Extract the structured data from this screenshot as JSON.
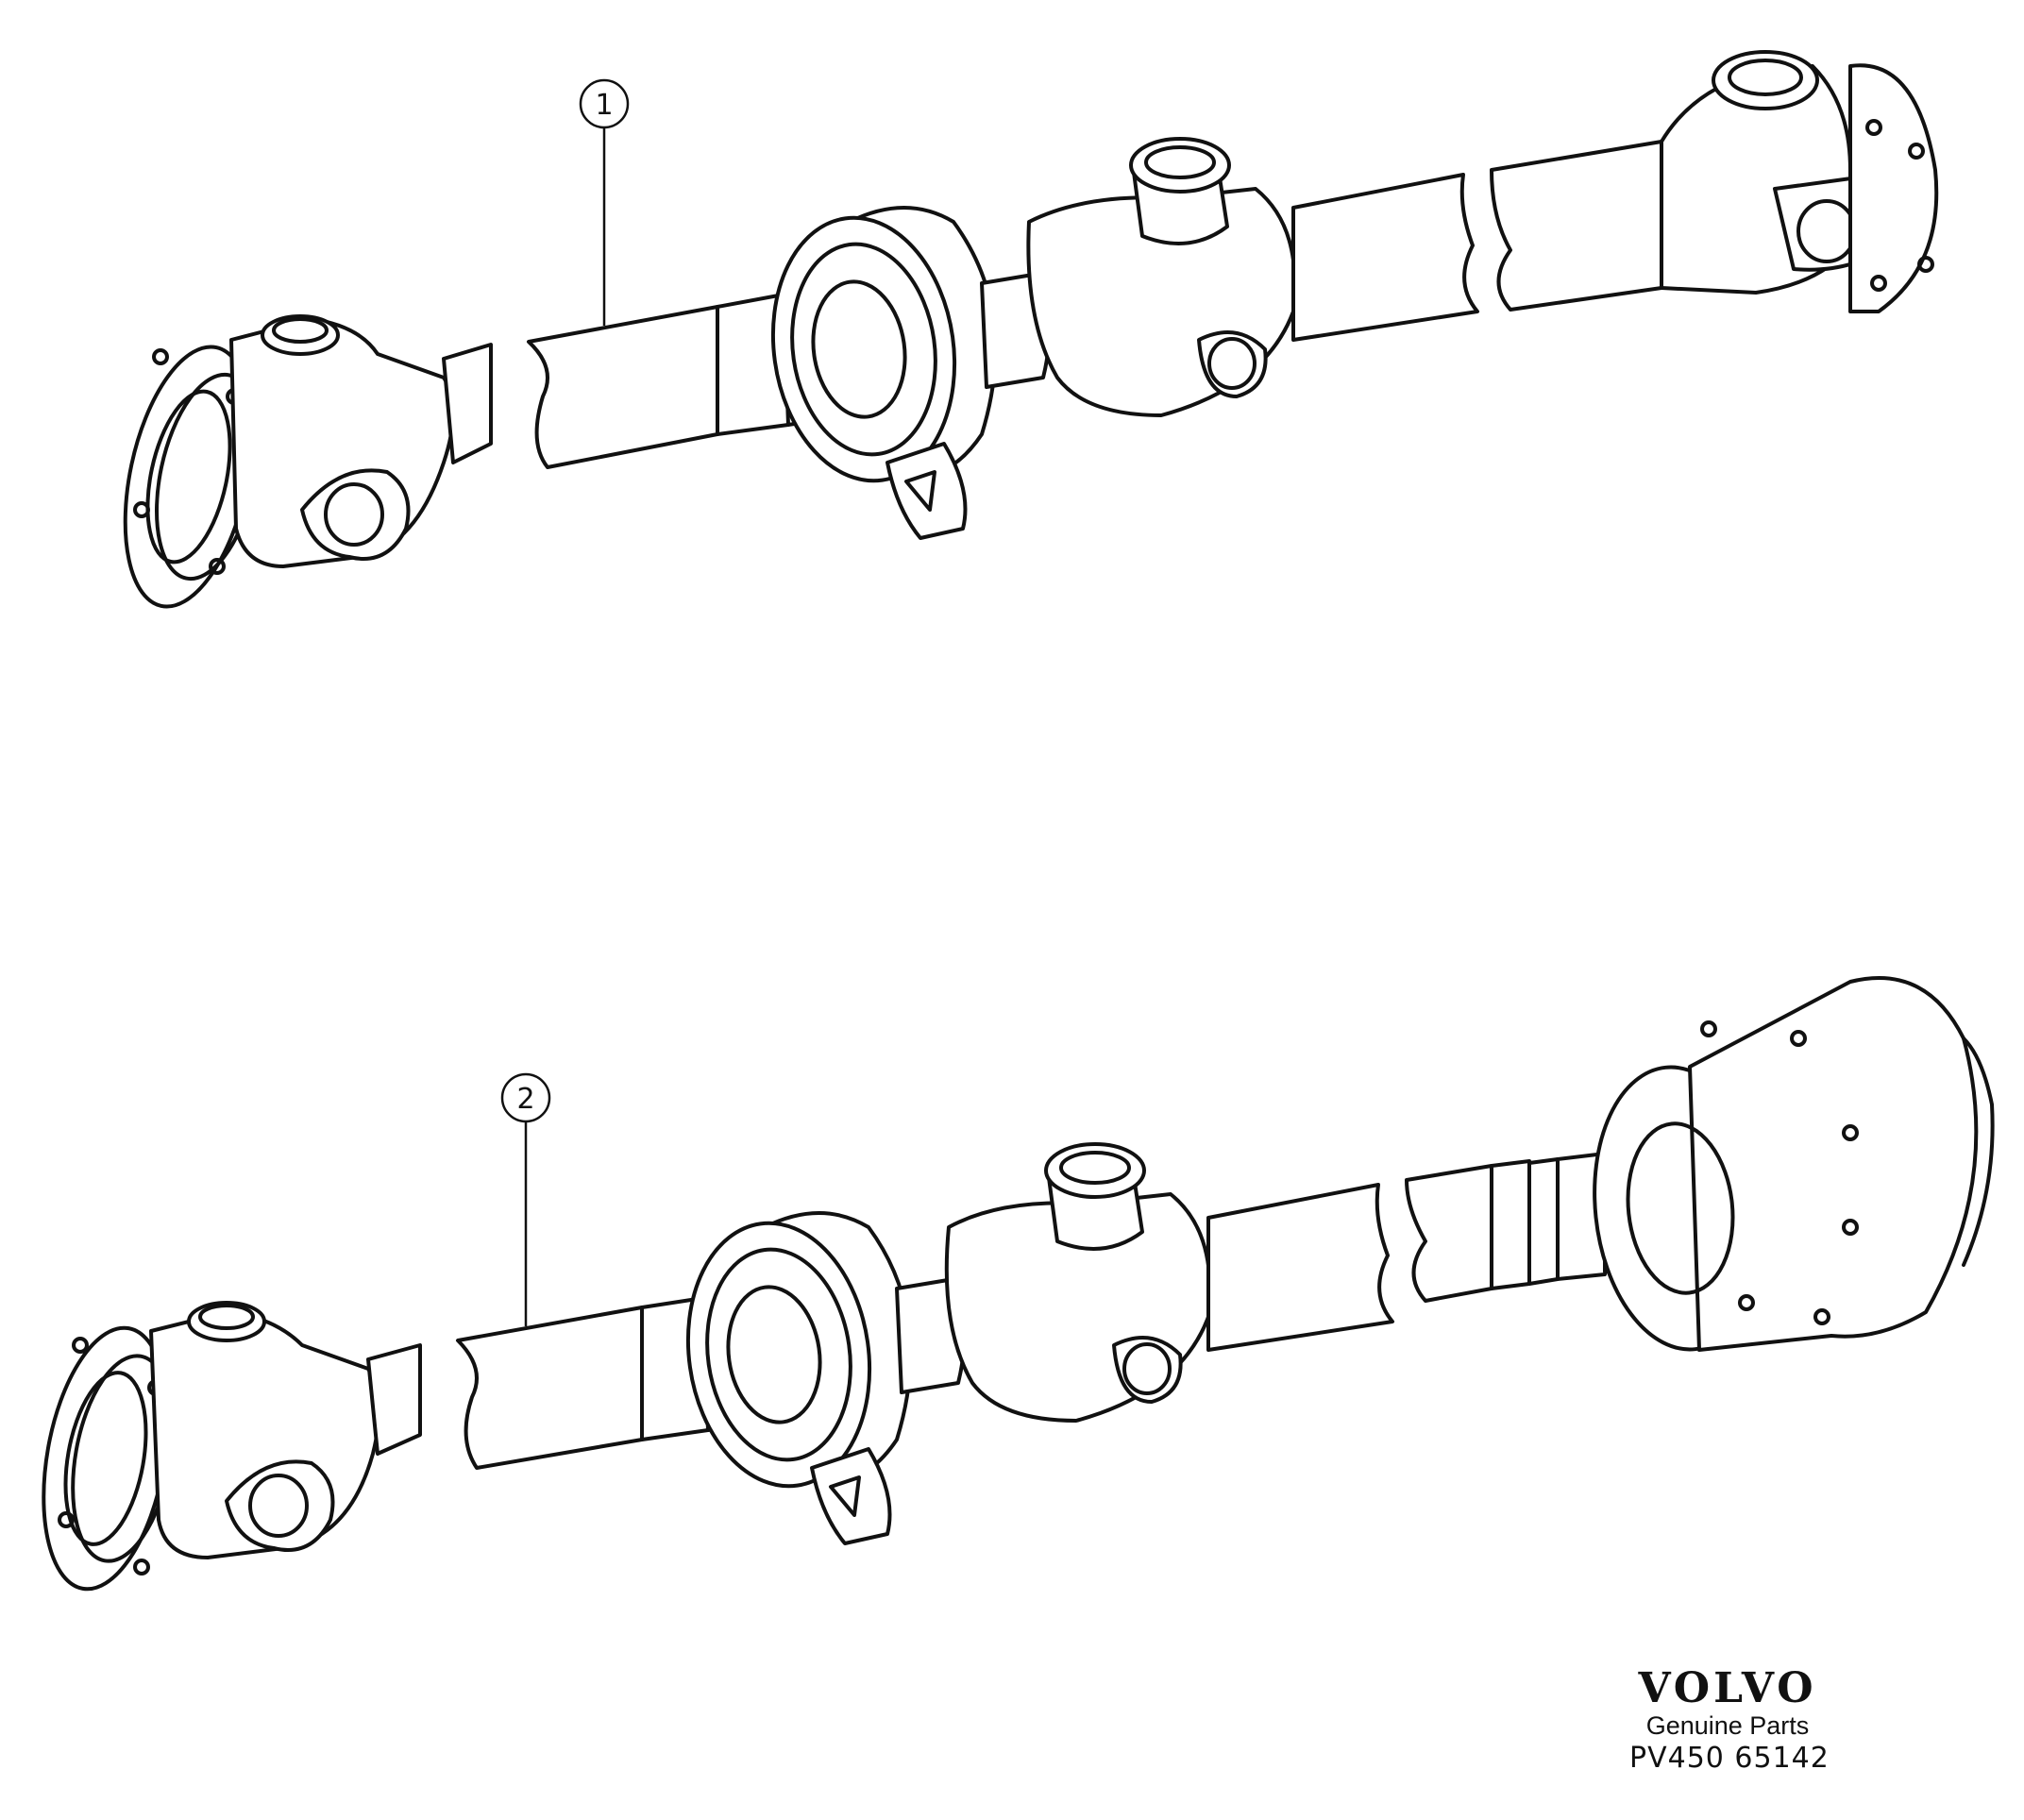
{
  "callouts": [
    {
      "label": "1"
    },
    {
      "label": "2"
    }
  ],
  "brand": {
    "logo_text": "VOLVO",
    "subtitle": "Genuine Parts",
    "figure_code": "PV450 65142"
  }
}
